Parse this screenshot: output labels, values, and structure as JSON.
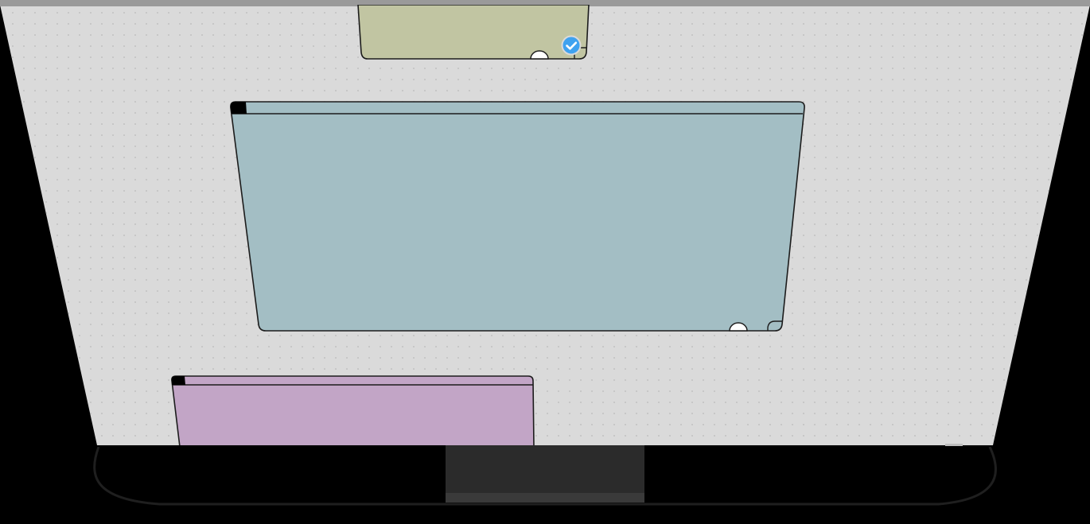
{
  "scene": {
    "description_colors": {
      "background": "#000000",
      "screen_face": "#dadada",
      "screen_top_edge": "#9a9a9a",
      "screen_dot_grid": "#b9b9b9",
      "outline": "#1c1c1c",
      "stand_neck": "#2b2b2b",
      "stand_neck_shade": "#3a3a3a",
      "base_curve": "#1f1f1f"
    }
  },
  "windows": [
    {
      "id": "olive-window",
      "color": "#c1c5a2",
      "has_drag_handle": true,
      "has_resize_corner": true,
      "selected": true
    },
    {
      "id": "blue-window",
      "color": "#a3bec4",
      "has_title_bar": true,
      "has_drag_handle": true,
      "has_resize_corner": true,
      "selected": false
    },
    {
      "id": "purple-window",
      "color": "#c2a5c6",
      "has_title_bar": true,
      "selected": false
    }
  ],
  "selection_badge": {
    "icon": "check-icon",
    "color": "#3fa2f0"
  }
}
